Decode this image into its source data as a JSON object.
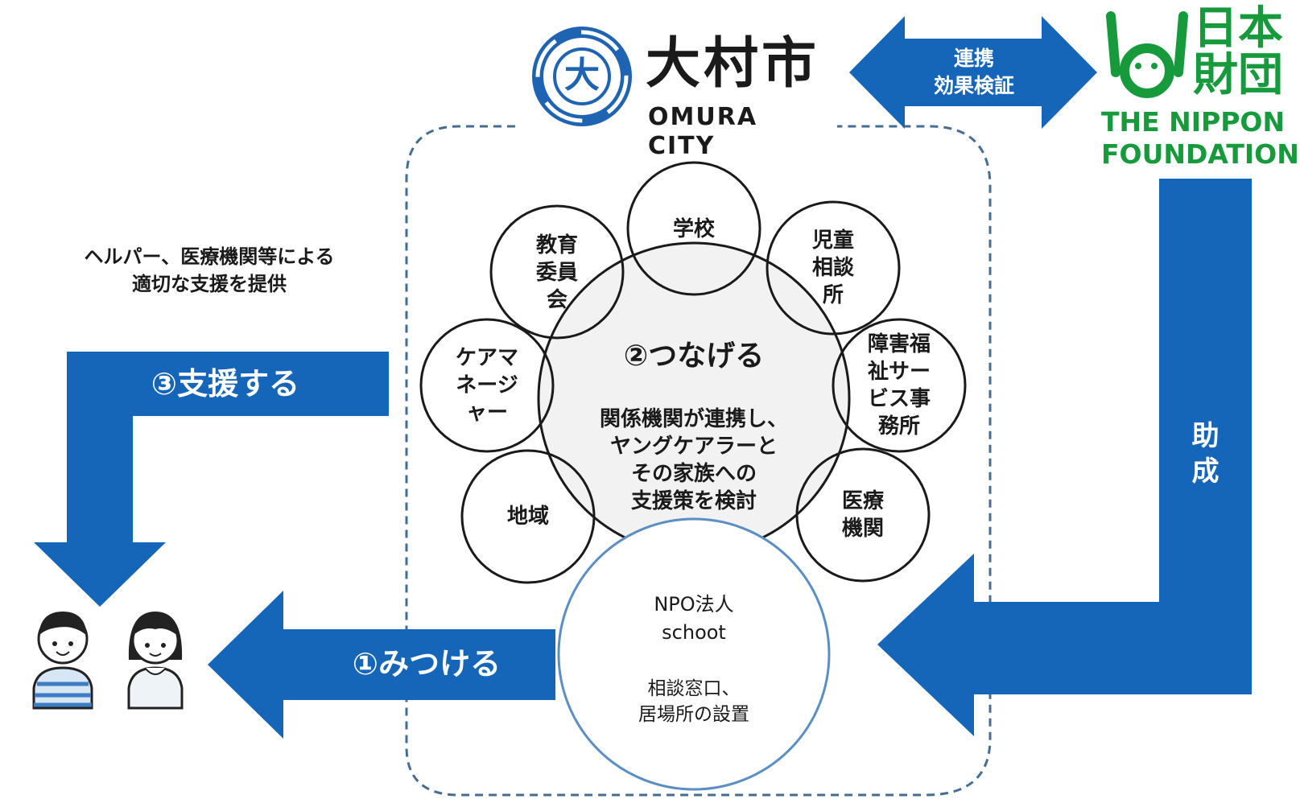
{
  "colors": {
    "arrow_blue": "#1565b8",
    "nippon_green": "#169a3c",
    "dashed_border": "#456d91",
    "npo_circle": "#5b8fc4",
    "center_fill": "#f2f2f2"
  },
  "omura": {
    "kanji": "大村市",
    "english": "OMURA CITY",
    "emblem_glyph": "大"
  },
  "nippon": {
    "kanji_top": "日本",
    "kanji_bottom": "財団",
    "english_line1": "THE NIPPON",
    "english_line2": "FOUNDATION"
  },
  "arrows": {
    "cooperation": "連携\n効果検証",
    "grant": "助\n成",
    "support": "③支援する",
    "find": "①みつける"
  },
  "support_caption": "ヘルパー、医療機関等による\n適切な支援を提供",
  "center": {
    "title": "②つなげる",
    "body": "関係機関が連携し、\nヤングケアラーと\nその家族への\n支援策を検討"
  },
  "satellites": {
    "school": "学校",
    "board": "教育\n委員\n会",
    "child_center": "児童\n相談\n所",
    "disability": "障害福\n祉サー\nビス事\n務所",
    "care_manager": "ケアマ\nネージ\nャー",
    "community": "地域",
    "medical": "医療\n機関"
  },
  "npo": {
    "title": "NPO法人",
    "name": "schoot",
    "desc": "相談窓口、\n居場所の設置"
  },
  "people": [
    "boy-icon",
    "girl-icon"
  ]
}
